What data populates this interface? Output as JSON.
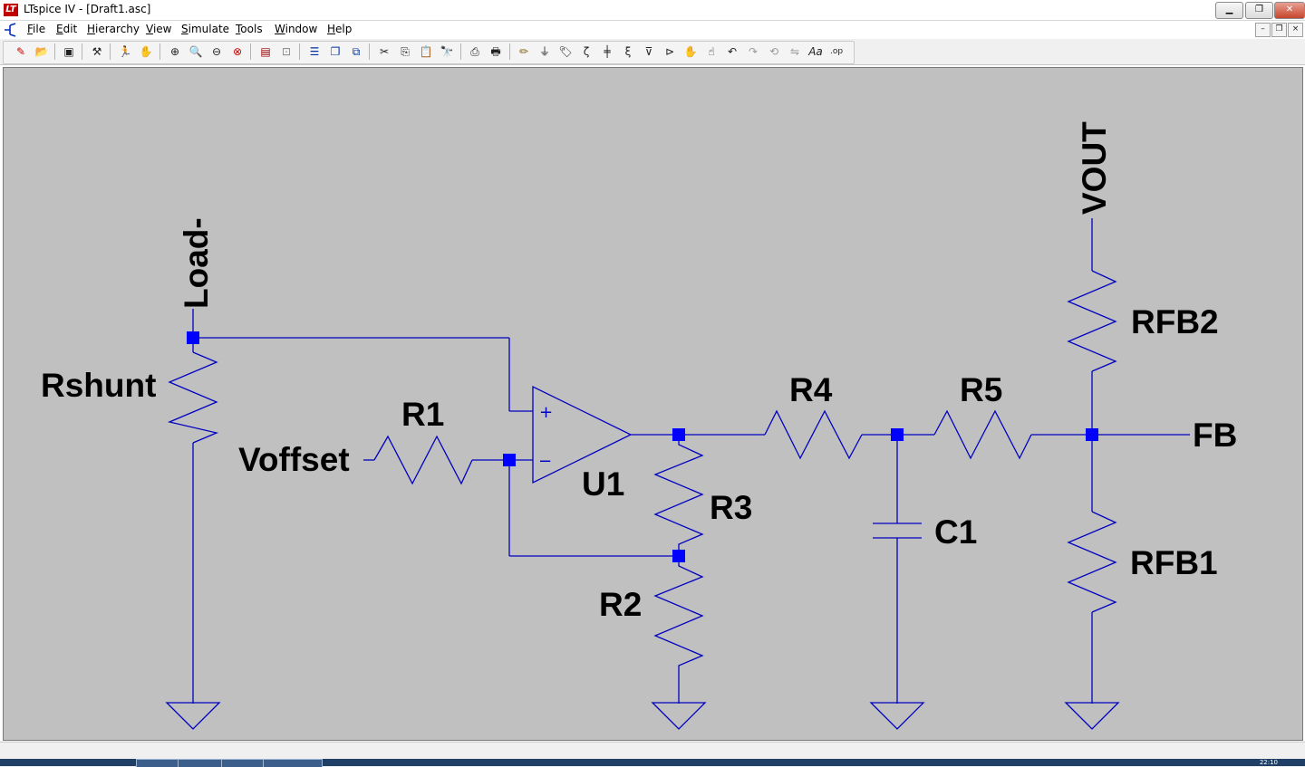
{
  "window": {
    "title": "LTspice IV - [Draft1.asc]",
    "app_icon_glyph": "LT",
    "controls": [
      "minimize-icon",
      "restore-icon",
      "close-icon"
    ]
  },
  "menu": {
    "items": [
      {
        "label": "File",
        "underline": "F",
        "rest": "ile"
      },
      {
        "label": "Edit",
        "underline": "E",
        "rest": "dit"
      },
      {
        "label": "Hierarchy",
        "underline": "H",
        "rest": "ierarchy"
      },
      {
        "label": "View",
        "underline": "V",
        "rest": "iew"
      },
      {
        "label": "Simulate",
        "underline": "S",
        "rest": "imulate"
      },
      {
        "label": "Tools",
        "underline": "T",
        "rest": "ools"
      },
      {
        "label": "Window",
        "underline": "W",
        "rest": "indow"
      },
      {
        "label": "Help",
        "underline": "H",
        "rest": "elp"
      }
    ]
  },
  "toolbar": {
    "buttons": [
      "new-schematic-icon",
      "open-icon",
      "save-icon",
      "control-panel-icon",
      "run-icon",
      "halt-icon",
      "zoom-in-icon",
      "zoom-pan-icon",
      "zoom-out-icon",
      "zoom-fit-icon",
      "autorange-icon",
      "mark-unconnected-icon",
      "tile-horizontal-icon",
      "cascade-icon",
      "tile-vertical-icon",
      "cut-icon",
      "copy-icon",
      "paste-icon",
      "find-icon",
      "print-setup-icon",
      "print-icon",
      "wire-icon",
      "ground-icon",
      "label-net-icon",
      "resistor-icon",
      "capacitor-icon",
      "inductor-icon",
      "diode-icon",
      "component-icon",
      "move-icon",
      "drag-icon",
      "undo-icon",
      "redo-icon",
      "rotate-icon",
      "mirror-icon",
      "text-icon",
      "spice-directive-icon"
    ],
    "text_button": "Aa",
    "op_button": ".op"
  },
  "schematic": {
    "colors": {
      "background": "#c0c0c0",
      "wire": "#0000c0",
      "junction": "#0000ff",
      "label": "#000000"
    },
    "labels": {
      "load_minus": "Load-",
      "rshunt": "Rshunt",
      "voffset": "Voffset",
      "r1": "R1",
      "u1": "U1",
      "opamp_plus": "+",
      "opamp_minus": "−",
      "r3": "R3",
      "r2": "R2",
      "r4": "R4",
      "r5": "R5",
      "c1": "C1",
      "rfb2": "RFB2",
      "rfb1": "RFB1",
      "vout": "VOUT",
      "fb": "FB"
    }
  },
  "taskbar": {
    "clock": "22:10"
  }
}
